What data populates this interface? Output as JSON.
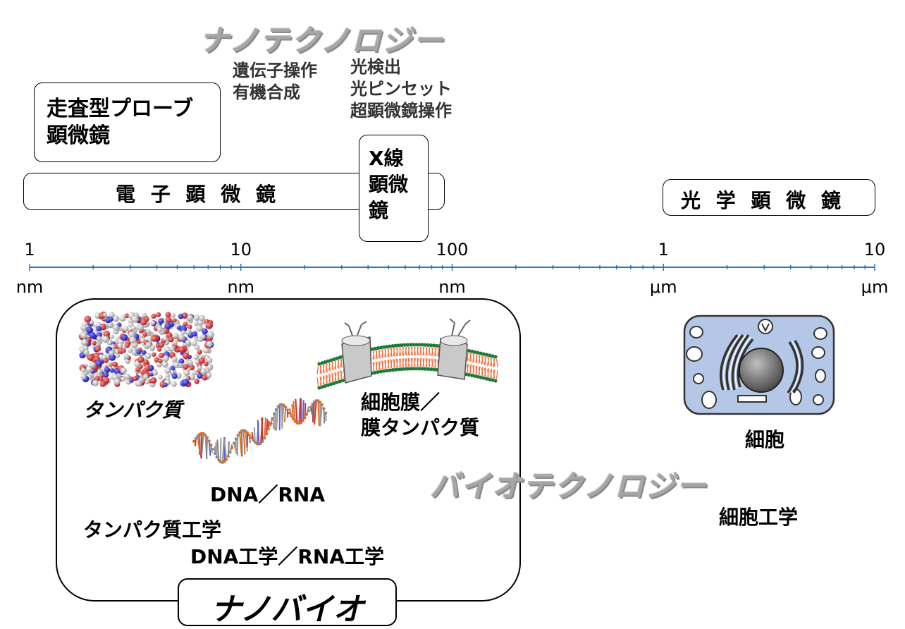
{
  "header": {
    "nanotech_title": "ナノテクノロジー"
  },
  "nanotech_techniques": {
    "group1": [
      "遺伝子操作",
      "有機合成"
    ],
    "group2": [
      "光検出",
      "光ピンセット",
      "超顕微鏡操作"
    ]
  },
  "instruments": {
    "probe": [
      "走査型プローブ",
      "顕微鏡"
    ],
    "electron": "電 子 顕 微 鏡",
    "xray": [
      "X線",
      "顕微",
      "鏡"
    ],
    "optical": "光 学 顕 微 鏡"
  },
  "scale_axis": {
    "major_ticks": [
      {
        "value": "1",
        "unit": "nm"
      },
      {
        "value": "10",
        "unit": "nm"
      },
      {
        "value": "100",
        "unit": "nm"
      },
      {
        "value": "1",
        "unit": "μm"
      },
      {
        "value": "10",
        "unit": "μm"
      }
    ],
    "axis_color": "#2e75b6"
  },
  "nanobio_panel": {
    "protein_label": "タンパク質",
    "dna_label": "DNA／RNA",
    "membrane_label": [
      "細胞膜／",
      "膜タンパク質"
    ],
    "protein_eng": "タンパク質工学",
    "dna_eng": "DNA工学／RNA工学",
    "footer_title": "ナノバイオ"
  },
  "biotech_title": "バイオテクノロジー",
  "cell": {
    "label": "細胞",
    "engineering": "細胞工学",
    "fill_color": "#b4c7e7"
  }
}
